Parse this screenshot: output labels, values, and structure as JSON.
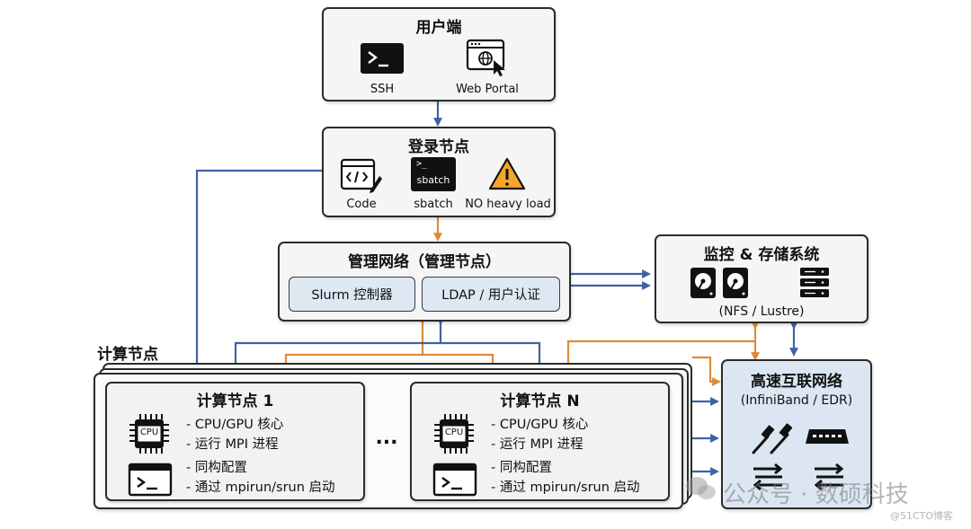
{
  "user_side": {
    "title": "用户端",
    "ssh_label": "SSH",
    "web_label": "Web Portal"
  },
  "login_node": {
    "title": "登录节点",
    "code_label": "Code",
    "sbatch_label": "sbatch",
    "sbatch_icon_text": "sbatch",
    "noload_label": "NO heavy load"
  },
  "mgmt": {
    "title": "管理网络（管理节点）",
    "slurm": "Slurm 控制器",
    "ldap": "LDAP / 用户认证"
  },
  "monitor": {
    "title": "监控 & 存储系统",
    "sub": "(NFS / Lustre)"
  },
  "compute_group_label": "计算节点",
  "node1": {
    "title": "计算节点 1",
    "cpu_text": "CPU",
    "bullets": [
      "- CPU/GPU 核心",
      "- 运行 MPI 进程",
      "- 同构配置",
      "- 通过 mpirun/srun 启动"
    ]
  },
  "nodeN": {
    "title": "计算节点 N",
    "cpu_text": "CPU",
    "bullets": [
      "- CPU/GPU 核心",
      "- 运行 MPI 进程",
      "- 同构配置",
      "- 通过 mpirun/srun 启动"
    ]
  },
  "ellipsis": "...",
  "interconnect": {
    "title": "高速互联网络",
    "sub": "(InfiniBand / EDR)"
  },
  "watermark": {
    "main": "公众号 · 数硕科技",
    "small": "@51CTO博客"
  },
  "colors": {
    "blue_arrow": "#3f62a6",
    "orange_arrow": "#de8a3a",
    "pill_fill": "#dde8f3",
    "interconnect_fill": "#dbe6f2"
  }
}
